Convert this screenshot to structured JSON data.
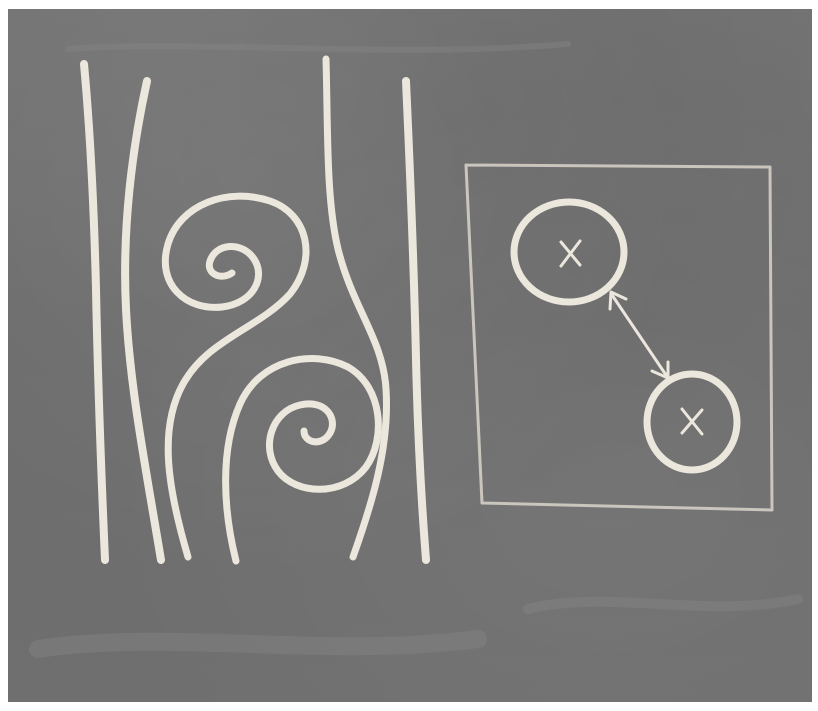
{
  "scene": {
    "subject": "chalkboard-drawing",
    "board_color": "#6f6f6f",
    "chalk_color": "#ece7dd",
    "frame_color": "#ffffff",
    "left_panel": {
      "straight_lines": 4,
      "spirals": 2
    },
    "right_panel": {
      "circles": 2,
      "cross_marks": [
        "x",
        "x"
      ],
      "arrow": "double-headed"
    }
  }
}
